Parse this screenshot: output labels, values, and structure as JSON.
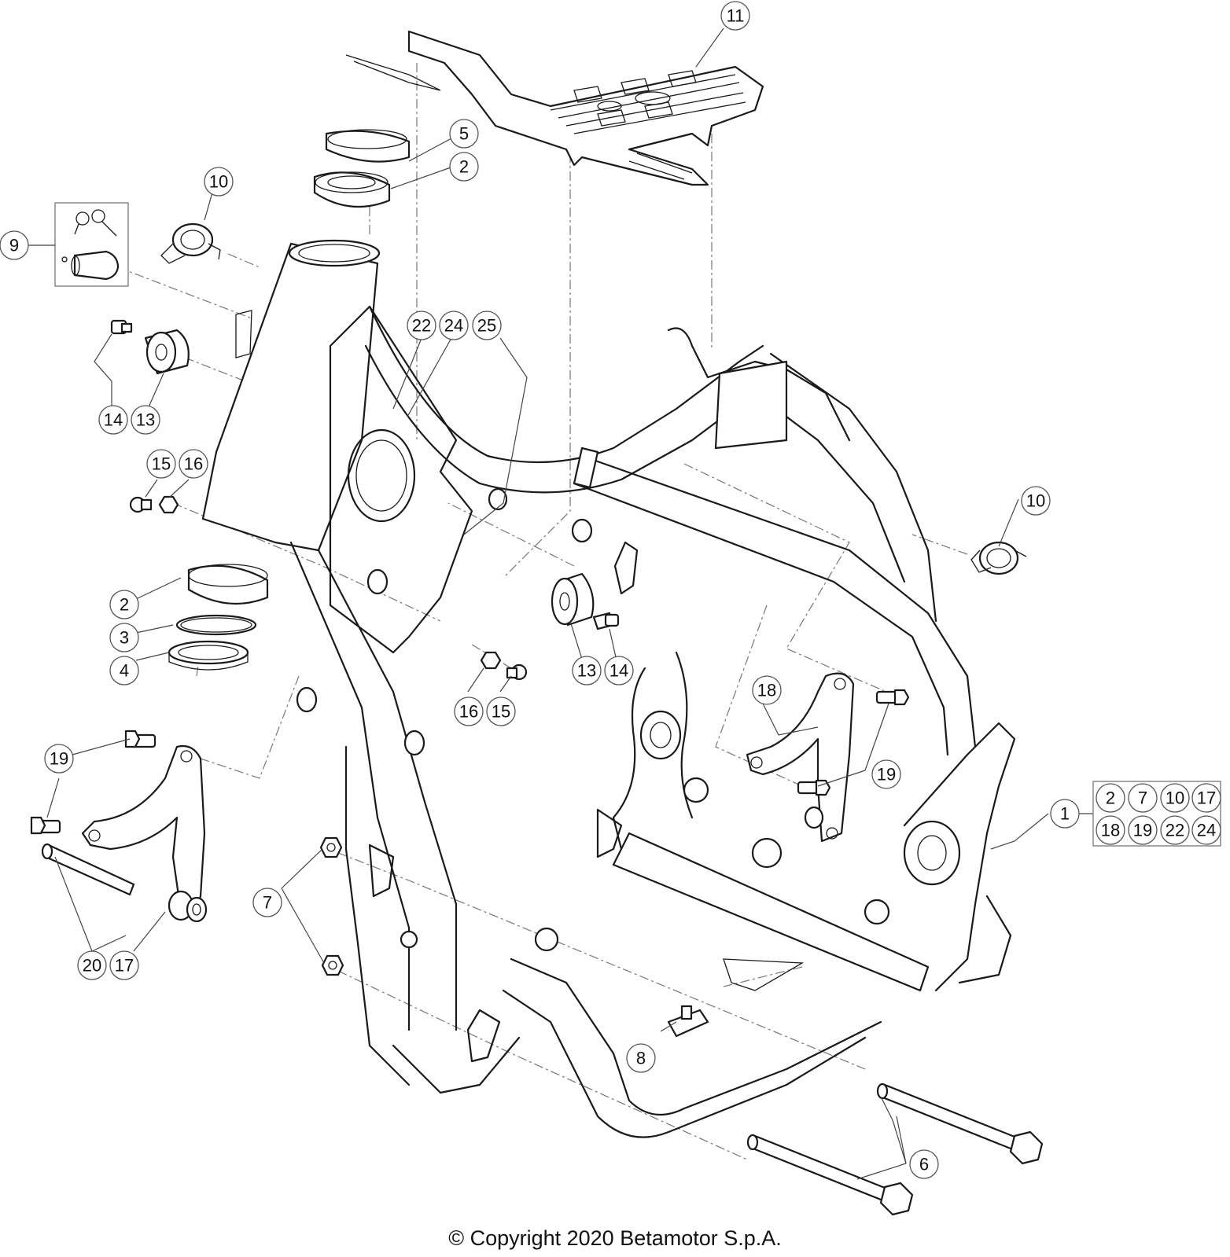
{
  "callouts": [
    "1",
    "2",
    "3",
    "4",
    "5",
    "6",
    "7",
    "8",
    "9",
    "10",
    "11",
    "13",
    "14",
    "15",
    "16",
    "17",
    "18",
    "19",
    "20",
    "22",
    "24",
    "25"
  ],
  "kit_1_contents": [
    "2",
    "7",
    "10",
    "17",
    "18",
    "19",
    "22",
    "24"
  ],
  "copyright": "© Copyright 2020 Betamotor S.p.A."
}
